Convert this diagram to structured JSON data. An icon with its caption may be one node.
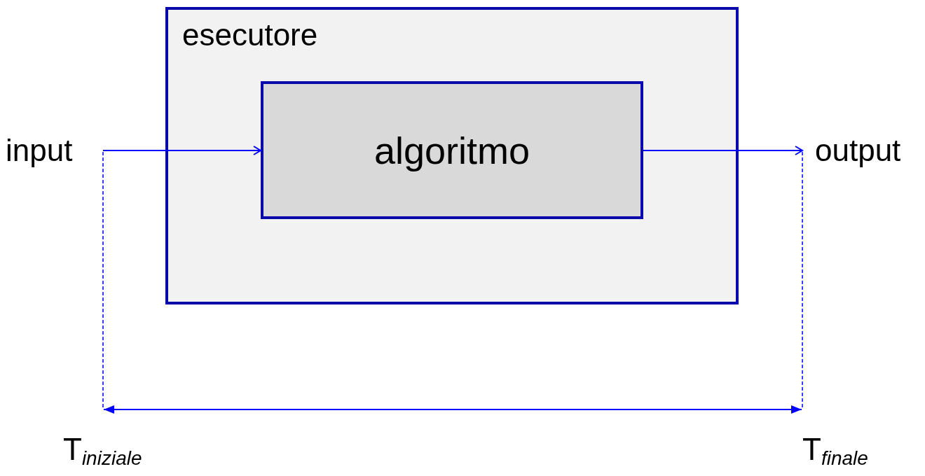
{
  "diagram": {
    "nodes": [
      {
        "text": [
          "esecutore"
        ]
      },
      {
        "text": [
          "algoritmo"
        ],
        "in": 0
      },
      {
        "text": [
          "input"
        ]
      },
      {
        "text": [
          "output"
        ]
      }
    ],
    "edges": [
      {
        "from": 2,
        "to": 1,
        "arrow": "to"
      },
      {
        "from": 1,
        "to": 3,
        "arrow": "to"
      }
    ],
    "labels": [
      "T$_{iniziale}$",
      "T$_{finale}$"
    ]
  }
}
